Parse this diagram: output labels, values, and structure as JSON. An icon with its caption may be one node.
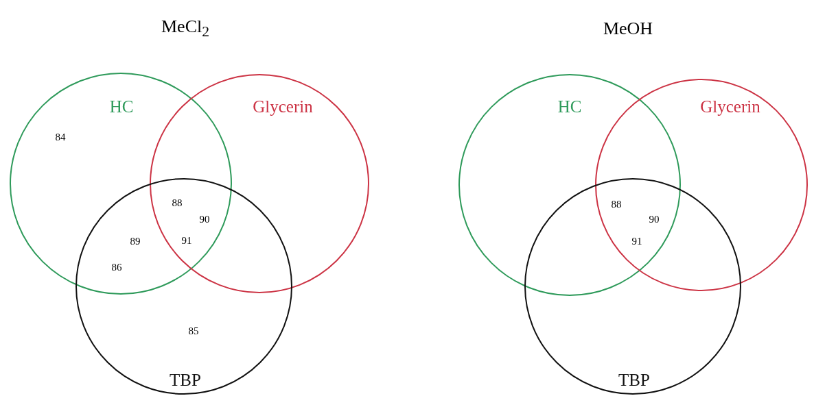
{
  "diagram": {
    "nodes": [
      {
        "text": [
          "HC"
        ]
      },
      {
        "text": [
          "Glycerin"
        ]
      },
      {
        "text": [
          "TBP"
        ]
      },
      {
        "text": [
          "HC"
        ]
      },
      {
        "text": [
          "Glycerin"
        ]
      },
      {
        "text": [
          "TBP"
        ]
      }
    ],
    "edges": [],
    "labels": [
      "MeCl$_{2}$",
      "MeOH",
      "84",
      "88",
      "90",
      "89",
      "91",
      "86",
      "85",
      "88",
      "90",
      "91"
    ]
  }
}
